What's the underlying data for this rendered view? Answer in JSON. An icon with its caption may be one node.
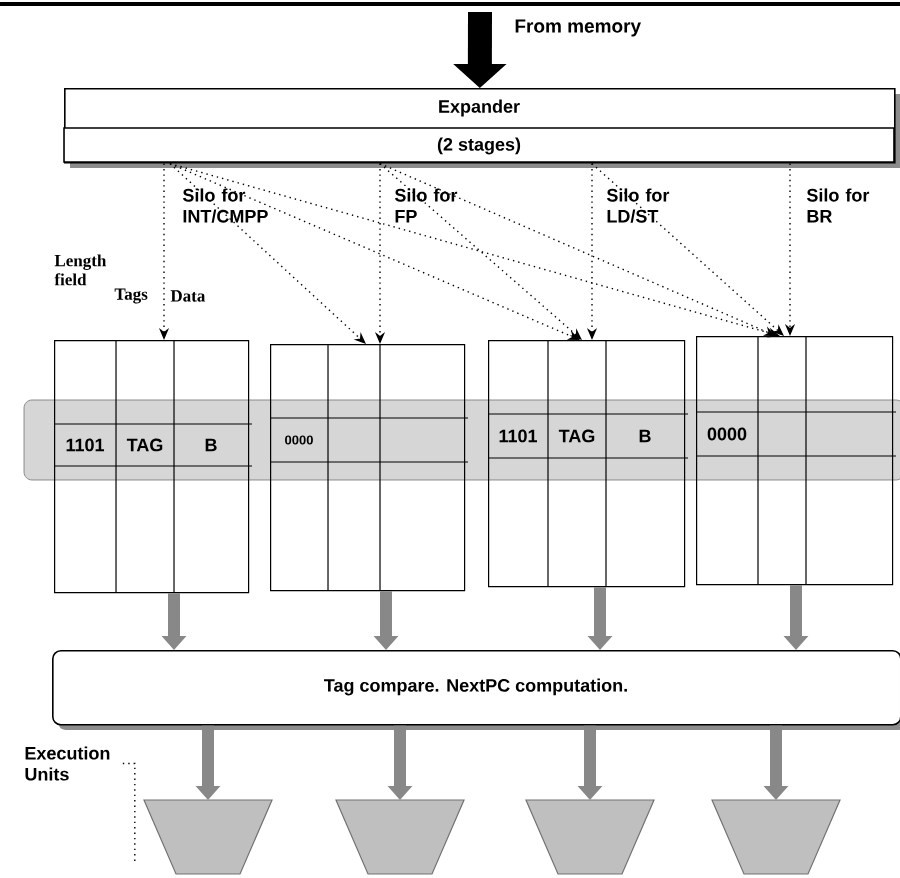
{
  "diagram": {
    "nodes": [
      {
        "text": [
          "Expander",
          "(2 stages)"
        ]
      },
      {
        "text": [
          "1101",
          "TAG",
          "B"
        ]
      },
      {
        "text": [
          "0000"
        ]
      },
      {
        "text": [
          "1101",
          "TAG",
          "B"
        ]
      },
      {
        "text": [
          "0000"
        ]
      },
      {
        "text": [
          "Tag compare. NextPC computation."
        ]
      },
      {
        "text": [],
        "shape": "trapezoid"
      },
      {
        "text": [],
        "shape": "trapezoid"
      },
      {
        "text": [],
        "shape": "trapezoid"
      },
      {
        "text": [],
        "shape": "trapezoid"
      },
      {
        "text": [
          "Execution Units"
        ]
      }
    ],
    "edges": [
      {
        "from": null,
        "to": 0,
        "arrow": "to",
        "label": "From memory",
        "style": "thick"
      },
      {
        "from": 0,
        "to": 1,
        "arrow": "to",
        "style": "dashed"
      },
      {
        "from": 0,
        "to": 2,
        "arrow": "to",
        "style": "dashed"
      },
      {
        "from": 0,
        "to": 3,
        "arrow": "to",
        "style": "dashed"
      },
      {
        "from": 0,
        "to": 4,
        "arrow": "to",
        "style": "dashed"
      },
      {
        "from": 0,
        "to": 2,
        "arrow": "to",
        "style": "dashed"
      },
      {
        "from": 0,
        "to": 3,
        "arrow": "to",
        "style": "dashed"
      },
      {
        "from": 0,
        "to": 3,
        "arrow": "to",
        "style": "dashed"
      },
      {
        "from": 0,
        "to": 4,
        "arrow": "to",
        "style": "dashed"
      },
      {
        "from": 0,
        "to": 4,
        "arrow": "to",
        "style": "dashed"
      },
      {
        "from": 0,
        "to": 4,
        "arrow": "to",
        "style": "dashed"
      },
      {
        "from": 1,
        "to": 5,
        "arrow": "to",
        "style": "thick",
        "color": "#888888"
      },
      {
        "from": 2,
        "to": 5,
        "arrow": "to",
        "style": "thick",
        "color": "#888888"
      },
      {
        "from": 3,
        "to": 5,
        "arrow": "to",
        "style": "thick",
        "color": "#888888"
      },
      {
        "from": 4,
        "to": 5,
        "arrow": "to",
        "style": "thick",
        "color": "#888888"
      },
      {
        "from": 5,
        "to": 6,
        "arrow": "to",
        "style": "thick",
        "color": "#888888"
      },
      {
        "from": 5,
        "to": 7,
        "arrow": "to",
        "style": "thick",
        "color": "#888888"
      },
      {
        "from": 5,
        "to": 8,
        "arrow": "to",
        "style": "thick",
        "color": "#888888"
      },
      {
        "from": 5,
        "to": 9,
        "arrow": "to",
        "style": "thick",
        "color": "#888888"
      },
      {
        "from": 10,
        "to": null,
        "arrow": "none",
        "style": "dashed"
      }
    ],
    "labels": [
      "Silo for INT/CMPP",
      "Silo for FP",
      "Silo for LD/ST",
      "Silo for BR",
      "Length field",
      "Tags",
      "Data"
    ]
  }
}
